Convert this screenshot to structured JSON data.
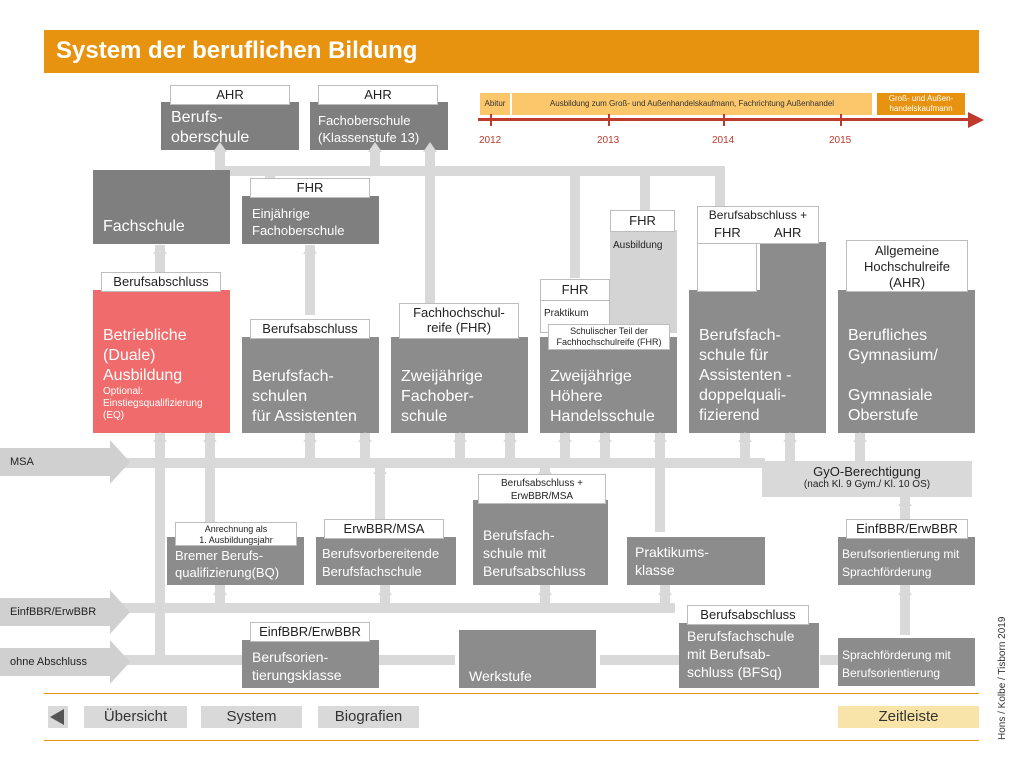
{
  "title": "System der beruflichen Bildung",
  "boxes": {
    "berufsoberschule": "Berufs-\noberschule",
    "fachoberschule13": "Fachoberschule\n(Klassenstufe 13)",
    "fachschule": "Fachschule",
    "einj_fos": "Einjährige\nFachoberschule",
    "duale_title": "Betriebliche\n(Duale)\nAusbildung",
    "duale_opt": "Optional:\nEinstiegsqualifizierung\n(EQ)",
    "bfs_assist": "Berufsfach-\nschulen\nfür Assistenten",
    "zweij_fos": "Zweijährige\nFachober-\nschule",
    "hhs": "Zweijährige\nHöhere\nHandelsschule",
    "bfs_doppel": "Berufsfach-\nschule für\nAssistenten -\ndoppelquali-\nfizierend",
    "gymnasium": "Berufliches\nGymnasium/\n\nGymnasiale\nOberstufe",
    "ausbildung_small": "Ausbildung",
    "praktikum_small": "Praktikum",
    "bq": "Bremer Berufs-\nqualifizierung(BQ)",
    "bvbfs": "Berufsvorbereitende\nBerufsfachschule",
    "bfs_mit_abschluss": "Berufsfach-\nschule mit\nBerufsabschluss",
    "praktikumsklasse": "Praktikums-\nklasse",
    "bo_sprach": "Berufsorientierung mit\nSprachförderung",
    "bo_klasse": "Berufsorien-\ntierungsklasse",
    "werkstufe": "Werkstufe",
    "bfsq": "Berufsfachschule\nmit Berufsab-\nschluss (BFSq)",
    "sprach_bo": "Sprachförderung mit\nBerufsorientierung"
  },
  "labels": {
    "ahr1": "AHR",
    "ahr2": "AHR",
    "fhr_einj": "FHR",
    "berufsabschluss_duale": "Berufsabschluss",
    "berufsabschluss_assist": "Berufsabschluss",
    "fhr_zweij": "Fachhochschul-\nreife (FHR)",
    "fhr_hhs_top": "FHR",
    "fhr_hhs": "FHR",
    "schul_teil": "Schulischer Teil der\nFachhochschulreife (FHR)",
    "ba_fhr_ahr_top": "Berufsabschluss +",
    "ba_fhr": "FHR",
    "ba_ahr": "AHR",
    "allg_hsr": "Allgemeine\nHochschulreife\n(AHR)",
    "gyo": "GyO-Berechtigung",
    "gyo_sub": "(nach Kl. 9 Gym./  Kl. 10 OS)",
    "ba_erwbbr_msa": "Berufsabschluss +\nErwBBR/MSA",
    "anrechnung": "Anrechnung als\n1. Ausbildungsjahr",
    "erwbbr_msa": "ErwBBR/MSA",
    "einf_erw": "EinfBBR/ErwBBR",
    "einf_erw2": "EinfBBR/ErwBBR",
    "berufsabschluss_bfsq": "Berufsabschluss"
  },
  "timeline": {
    "segments": [
      "Abitur",
      "Ausbildung zum Groß- und Außenhandelskaufmann, Fachrichtung Außenhandel",
      "Groß- und Außen-\nhandelskaufmann"
    ],
    "years": [
      "2012",
      "2013",
      "2014",
      "2015"
    ]
  },
  "side": {
    "msa": "MSA",
    "einf": "EinfBBR/ErwBBR",
    "ohne": "ohne Abschluss"
  },
  "nav": {
    "uebersicht": "Übersicht",
    "system": "System",
    "biografien": "Biografien",
    "zeitleiste": "Zeitleiste"
  },
  "credit": "Hons / Kolbe / Tisborn 2019",
  "colors": {
    "accent": "#e8930f",
    "red_box": "#f06c6c",
    "timeline_line": "#c0392b"
  }
}
